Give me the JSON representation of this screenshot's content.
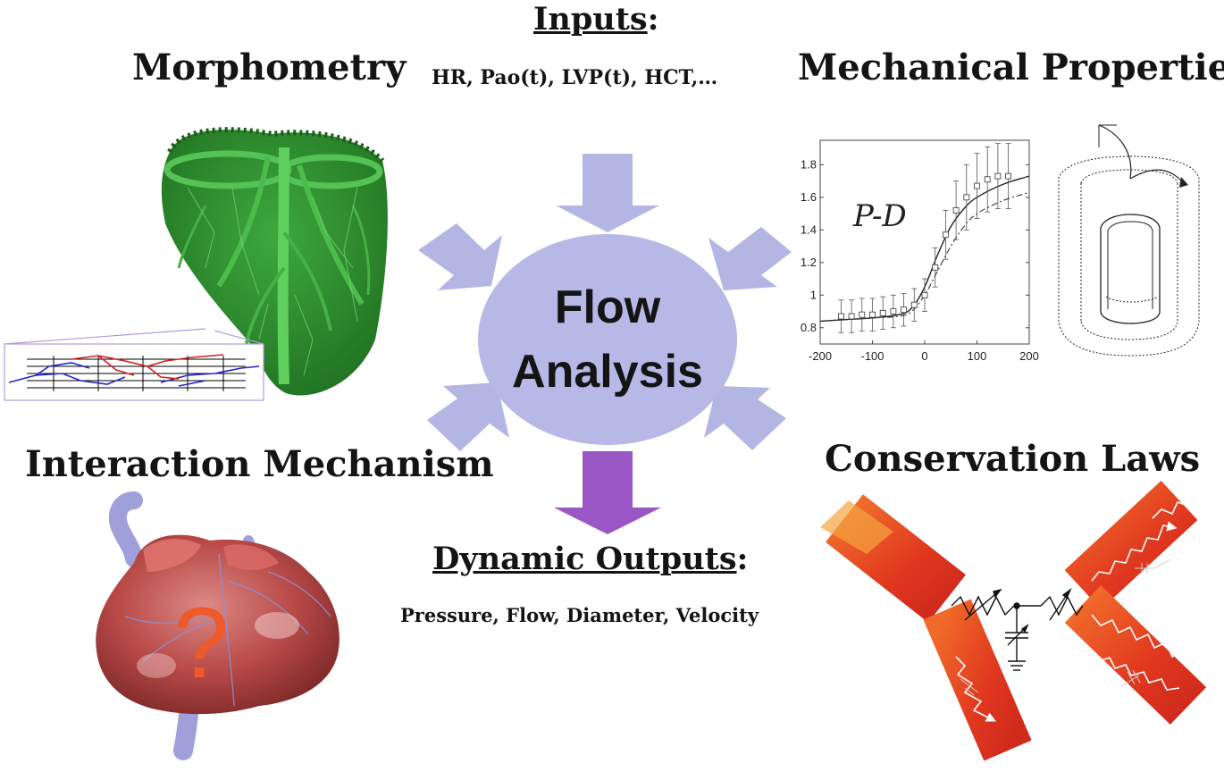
{
  "inputs": {
    "title": "Inputs",
    "colon": ":",
    "list": "HR, Pao(t), LVP(t), HCT,…"
  },
  "morphometry": {
    "title": "Morphometry"
  },
  "mechanical": {
    "title": "Mechanical Properties"
  },
  "interaction": {
    "title": "Interaction Mechanism",
    "question_mark": "?"
  },
  "conservation": {
    "title": "Conservation Laws"
  },
  "center": {
    "line1": "Flow",
    "line2": "Analysis"
  },
  "outputs": {
    "title": "Dynamic Outputs",
    "colon": ":",
    "list": "Pressure, Flow, Diameter, Velocity"
  },
  "colors": {
    "arrow": "#b3b6e3",
    "output_arrow": "#9a58c6",
    "ellipse": "#b7b8e6",
    "tree_green": "#2e8f2e",
    "vessel_red": "#e23f24",
    "heart_red": "#b94a48",
    "question_mark": "#ee5a2a"
  },
  "chart_data": {
    "type": "line",
    "annotation": "P-D",
    "xlim": [
      -200,
      200
    ],
    "ylim": [
      0.7,
      1.95
    ],
    "x_ticks": [
      "-200",
      "-100",
      "0",
      "100",
      "200"
    ],
    "y_ticks": [
      "0.8",
      "1",
      "1.2",
      "1.4",
      "1.6",
      "1.8"
    ],
    "grid": false,
    "series": [
      {
        "style": "solid",
        "x": [
          -200,
          -150,
          -100,
          -50,
          -25,
          0,
          25,
          50,
          75,
          100,
          150,
          200
        ],
        "y": [
          0.84,
          0.85,
          0.86,
          0.88,
          0.92,
          1.05,
          1.25,
          1.42,
          1.53,
          1.6,
          1.68,
          1.73
        ]
      },
      {
        "style": "dashdot",
        "x": [
          -200,
          -150,
          -100,
          -50,
          -25,
          0,
          25,
          50,
          75,
          100,
          150,
          200
        ],
        "y": [
          0.84,
          0.85,
          0.86,
          0.87,
          0.9,
          1.0,
          1.15,
          1.3,
          1.42,
          1.5,
          1.58,
          1.63
        ]
      },
      {
        "style": "markers-errorbars",
        "x": [
          -160,
          -140,
          -120,
          -100,
          -80,
          -60,
          -40,
          -20,
          0,
          20,
          40,
          60,
          80,
          100,
          120,
          140,
          160
        ],
        "y": [
          0.87,
          0.87,
          0.88,
          0.88,
          0.89,
          0.9,
          0.91,
          0.94,
          1.0,
          1.17,
          1.37,
          1.52,
          1.6,
          1.67,
          1.71,
          1.73,
          1.73
        ],
        "err": [
          0.1,
          0.1,
          0.1,
          0.1,
          0.1,
          0.1,
          0.1,
          0.1,
          0.1,
          0.12,
          0.15,
          0.18,
          0.2,
          0.2,
          0.2,
          0.2,
          0.2
        ]
      }
    ]
  }
}
